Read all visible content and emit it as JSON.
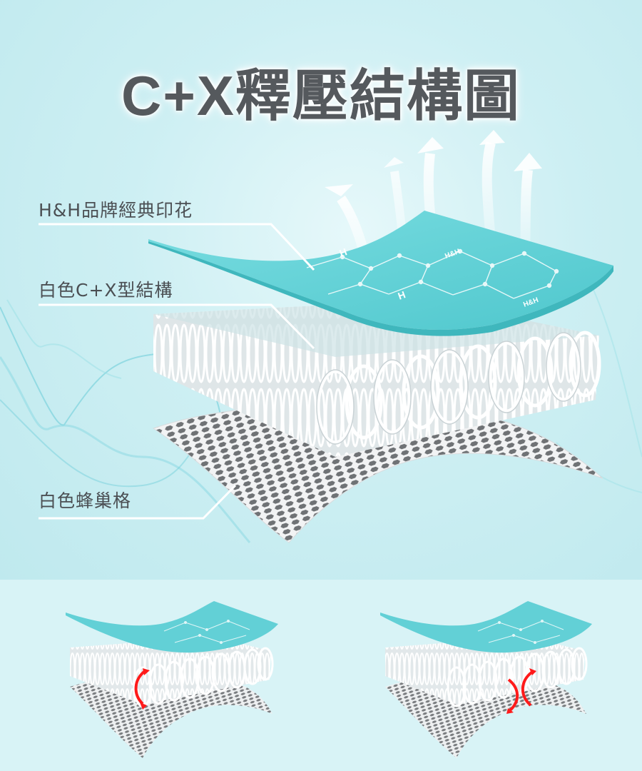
{
  "title": "C+X釋壓結構圖",
  "labels": [
    {
      "id": "print-layer",
      "text": "H&H品牌經典印花"
    },
    {
      "id": "cx-layer",
      "text": "白色C+X型結構"
    },
    {
      "id": "honeycomb-layer",
      "text": "白色蜂巢格"
    }
  ],
  "illustration": {
    "top_sheet_logo_mark": "H",
    "top_sheet_brand_text": "H&H",
    "airflow_arrows": 5
  },
  "bottom_diagrams": [
    {
      "id": "c-compression",
      "indicator": "C",
      "indicator_color": "#ff1a1a"
    },
    {
      "id": "x-compression",
      "indicator": "X",
      "indicator_color": "#ff1a1a"
    }
  ],
  "colors": {
    "background_top": "#c6edf1",
    "background_bottom": "#d8f3f6",
    "sheet_teal": "#5fd1d6",
    "coil_white": "#f4f6f7",
    "mesh_grey": "#7a7d80",
    "title_grey": "#55595d",
    "leader_line": "#ffffff",
    "accent_red": "#ff1a1a"
  }
}
